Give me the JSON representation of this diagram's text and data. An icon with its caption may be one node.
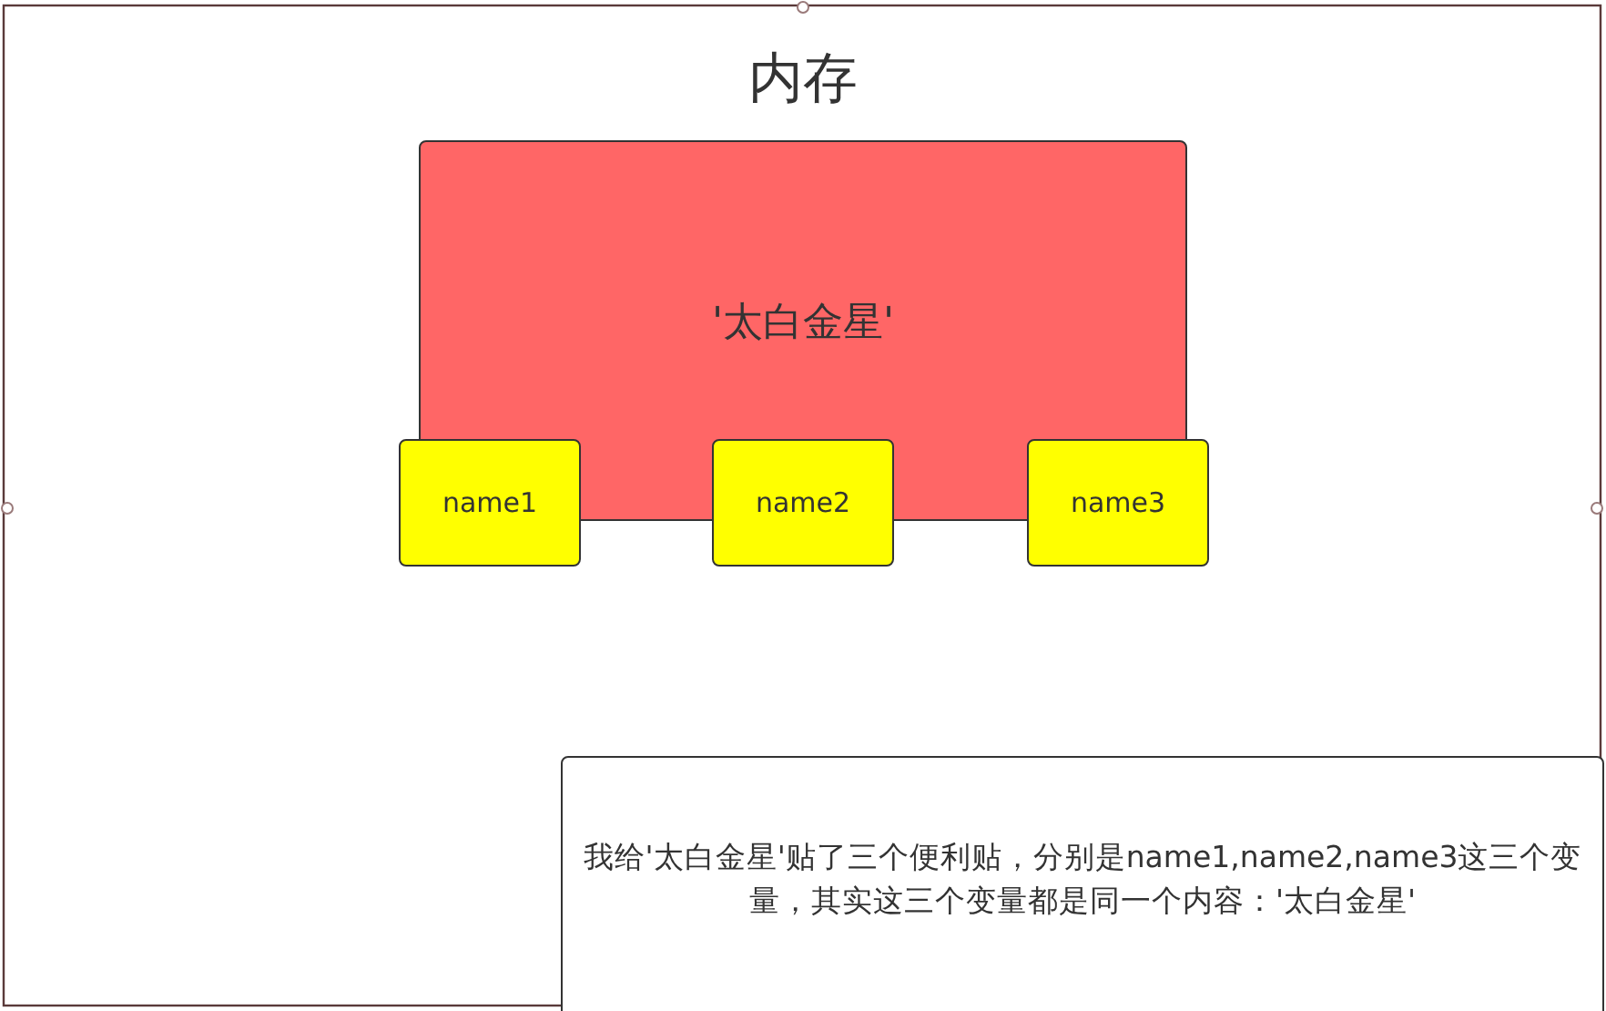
{
  "diagram": {
    "title": "内存",
    "nodes": [
      {
        "text": [
          "'太白金星'"
        ]
      },
      {
        "text": [
          "name1"
        ]
      },
      {
        "text": [
          "name2"
        ]
      },
      {
        "text": [
          "name3"
        ]
      },
      {
        "text": [
          "我给'太白金星'贴了三个便利贴，分别是name1,name2,name3这三个变量，其实这三个变量都是同一个内容：'太白金星'"
        ]
      }
    ]
  }
}
